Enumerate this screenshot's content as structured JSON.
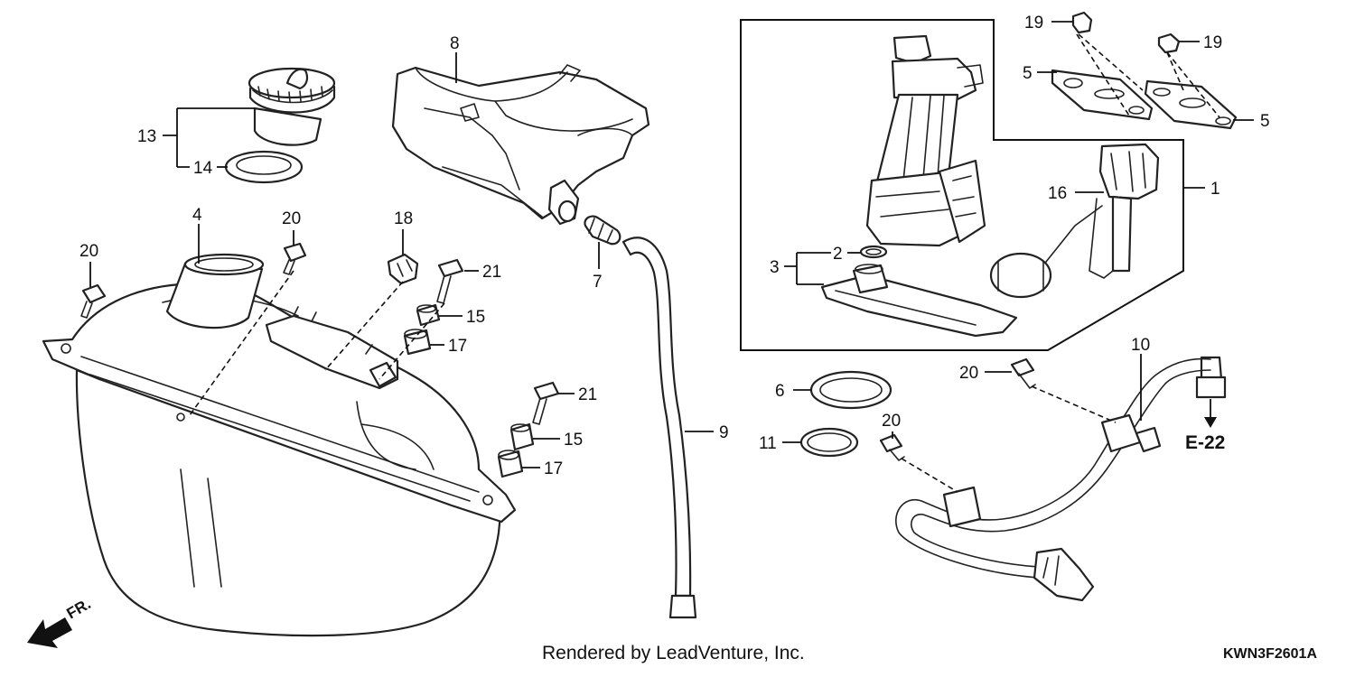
{
  "callouts": {
    "c1": "1",
    "c2": "2",
    "c3": "3",
    "c4": "4",
    "c5a": "5",
    "c5b": "5",
    "c6": "6",
    "c7": "7",
    "c8": "8",
    "c9": "9",
    "c10": "10",
    "c11": "11",
    "c13": "13",
    "c14": "14",
    "c15a": "15",
    "c15b": "15",
    "c16": "16",
    "c17a": "17",
    "c17b": "17",
    "c18": "18",
    "c19a": "19",
    "c19b": "19",
    "c20a": "20",
    "c20b": "20",
    "c20c": "20",
    "c20d": "20",
    "c21a": "21",
    "c21b": "21"
  },
  "cross_reference": "E-22",
  "direction_label": "FR.",
  "credit": "Rendered by LeadVenture, Inc.",
  "diagram_code": "KWN3F2601A",
  "colors": {
    "line": "#222222",
    "background": "#ffffff"
  },
  "icons": [
    "front-direction-arrow-icon",
    "cross-reference-arrow-icon"
  ]
}
